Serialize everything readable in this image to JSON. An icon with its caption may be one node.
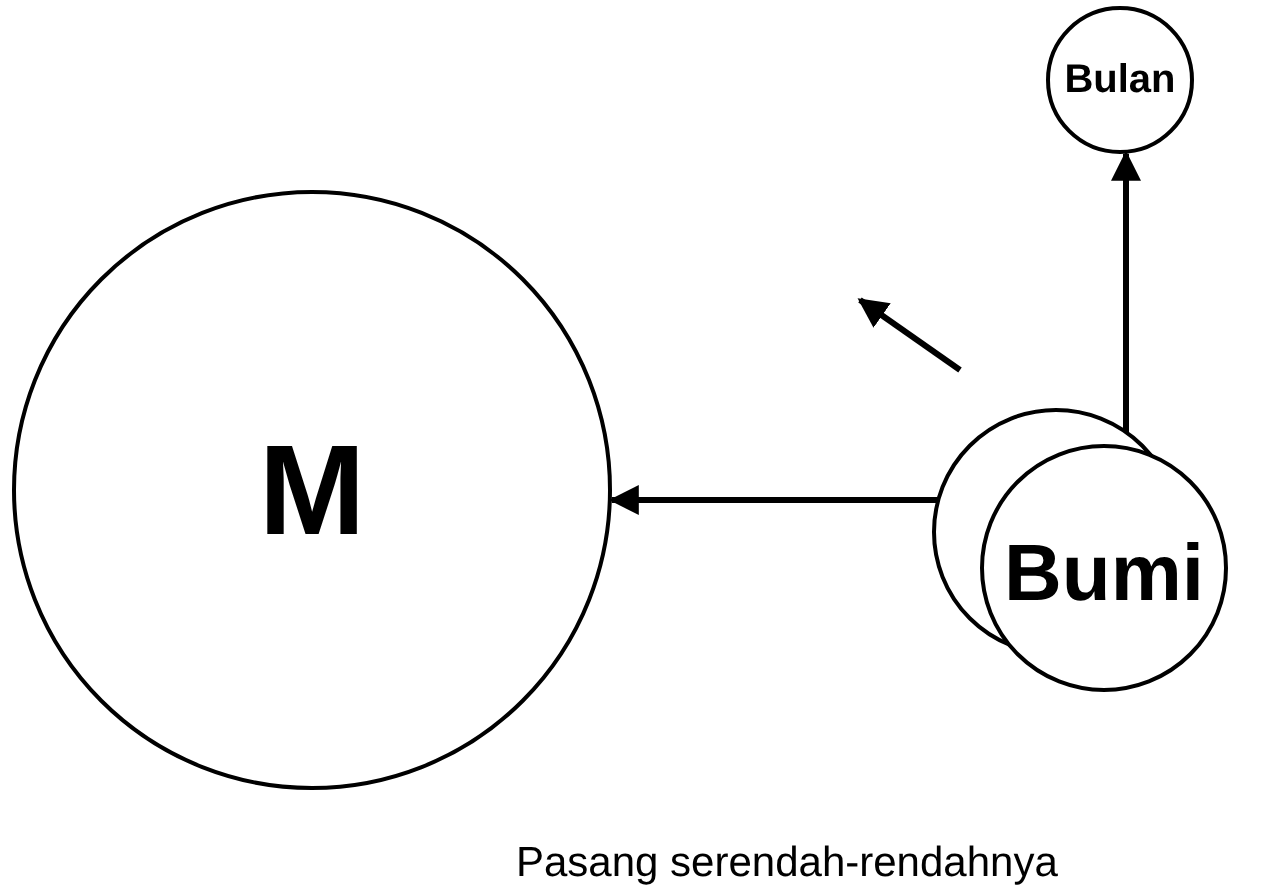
{
  "diagram": {
    "nodes": [
      {
        "text": [
          "M"
        ]
      },
      {
        "text": [
          "Bumi"
        ]
      },
      {
        "text": [
          "Bulan"
        ]
      }
    ],
    "edges": [
      {
        "from": 1,
        "to": 0,
        "arrow": "to"
      },
      {
        "from": 1,
        "to": 2,
        "arrow": "to"
      }
    ],
    "labels": [
      "Pasang serendah-rendahnya"
    ]
  }
}
